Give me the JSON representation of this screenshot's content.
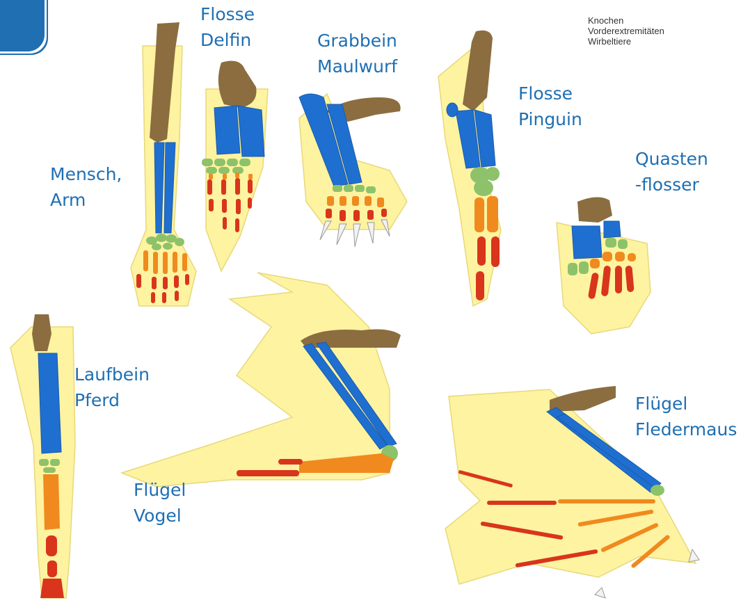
{
  "legend": {
    "line1": "Knochen",
    "line2": "Vorderextremitäten",
    "line3": "Wirbeltiere"
  },
  "labels": {
    "delfin": [
      "Flosse",
      "Delfin"
    ],
    "maulwurf": [
      "Grabbein",
      "Maulwurf"
    ],
    "pinguin": [
      "Flosse",
      "Pinguin"
    ],
    "quastenflosser": [
      "Quasten",
      "-flosser"
    ],
    "mensch": [
      "Mensch,",
      "Arm"
    ],
    "pferd": [
      "Laufbein",
      "Pferd"
    ],
    "vogel": [
      "Flügel",
      "Vogel"
    ],
    "fledermaus": [
      "Flügel",
      "Fledermaus"
    ]
  },
  "colors": {
    "label_text": "#1f6fb2",
    "corner_tab": "#1f6fb2",
    "skin": "#fdf3a0",
    "humerus": "#8b6d3f",
    "radius_ulna": "#1f6fd1",
    "carpals": "#8dc26a",
    "metacarpals": "#f08a1e",
    "phalanges": "#d8351c",
    "claws": "#f2f2f2"
  }
}
